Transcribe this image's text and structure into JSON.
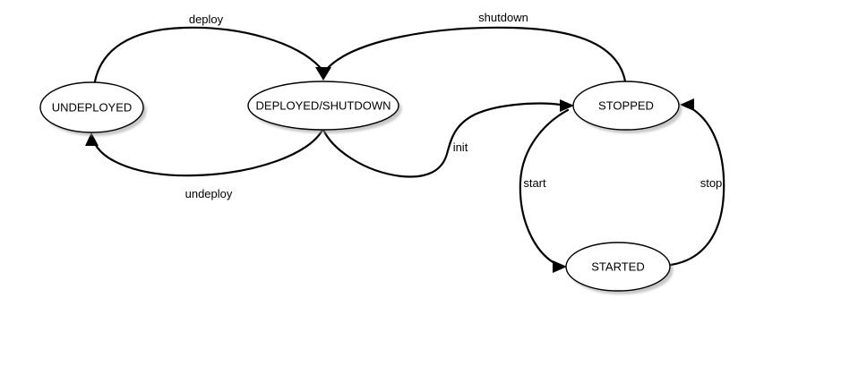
{
  "diagram": {
    "type": "state-machine",
    "colors": {
      "background": "#ffffff",
      "node_fill": "#ffffff",
      "node_stroke": "#000000",
      "edge_stroke": "#000000",
      "text": "#000000",
      "shadow": "#9a9a9a"
    },
    "states": [
      {
        "id": "undeployed",
        "label": "UNDEPLOYED"
      },
      {
        "id": "deployed-shutdown",
        "label": "DEPLOYED/SHUTDOWN"
      },
      {
        "id": "stopped",
        "label": "STOPPED"
      },
      {
        "id": "started",
        "label": "STARTED"
      }
    ],
    "transitions": [
      {
        "label": "deploy",
        "from": "UNDEPLOYED",
        "to": "DEPLOYED/SHUTDOWN"
      },
      {
        "label": "shutdown",
        "from": "STOPPED",
        "to": "DEPLOYED/SHUTDOWN"
      },
      {
        "label": "undeploy",
        "from": "DEPLOYED/SHUTDOWN",
        "to": "UNDEPLOYED"
      },
      {
        "label": "init",
        "from": "DEPLOYED/SHUTDOWN",
        "to": "STOPPED"
      },
      {
        "label": "start",
        "from": "STOPPED",
        "to": "STARTED"
      },
      {
        "label": "stop",
        "from": "STARTED",
        "to": "STOPPED"
      }
    ]
  }
}
